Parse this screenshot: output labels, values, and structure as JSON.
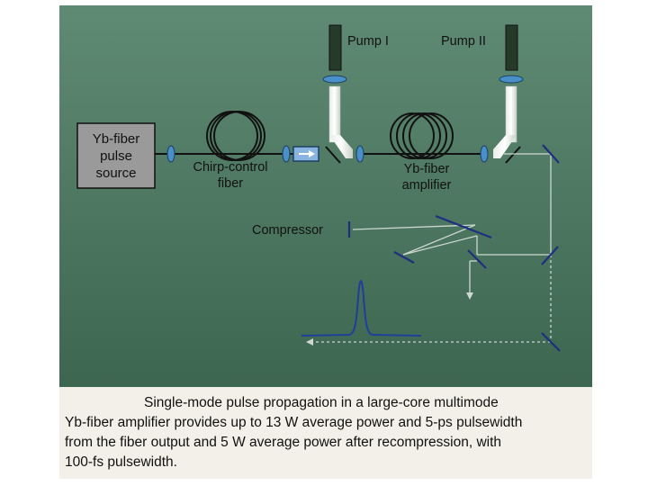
{
  "labels": {
    "source_line1": "Yb-fiber",
    "source_line2": "pulse",
    "source_line3": "source",
    "chirp_line1": "Chirp-control",
    "chirp_line2": "fiber",
    "pump1": "Pump I",
    "pump2": "Pump II",
    "amp_line1": "Yb-fiber",
    "amp_line2": "amplifier",
    "compressor": "Compressor"
  },
  "caption": {
    "line1": "Single-mode pulse propagation in a large-core multimode",
    "line2": "Yb-fiber amplifier provides up to 13 W average power and 5-ps pulsewidth",
    "line3": "from the fiber output and 5 W average power after recompression, with",
    "line4": "100-fs pulsewidth."
  },
  "colors": {
    "panel_top": "#5f8a74",
    "panel_bottom": "#3d6650",
    "caption_bg": "#f2f0e8",
    "lens": "#4a90c8",
    "beam": "#cdd8d0",
    "pulse": "#1f3f9a"
  }
}
